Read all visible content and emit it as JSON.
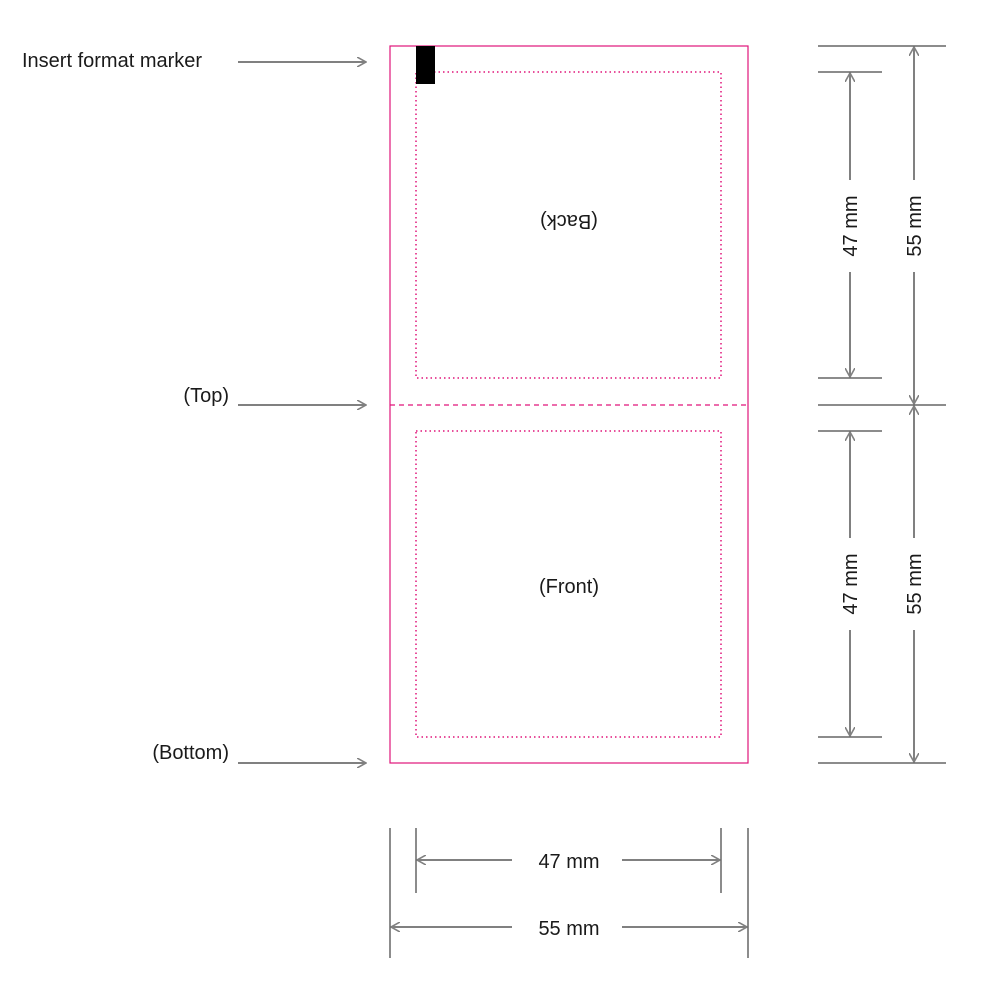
{
  "labels": {
    "insert_marker": "Insert format marker",
    "top": "(Top)",
    "bottom": "(Bottom)",
    "back": "(Back)",
    "front": "(Front)"
  },
  "dimensions": {
    "inner_height_top": "47 mm",
    "outer_height_top": "55 mm",
    "inner_height_bottom": "47 mm",
    "outer_height_bottom": "55 mm",
    "inner_width": "47 mm",
    "outer_width": "55 mm"
  },
  "colors": {
    "cut_line": "#e0157a",
    "dimension_arrow": "#808080",
    "marker": "#000000"
  }
}
